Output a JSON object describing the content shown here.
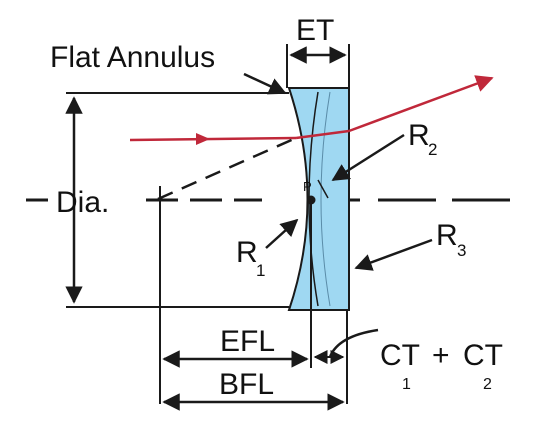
{
  "labels": {
    "flat_annulus": "Flat Annulus",
    "et": "ET",
    "dia": "Dia.",
    "r1": "R",
    "r1_sub": "1",
    "r2": "R",
    "r2_sub": "2",
    "r3": "R",
    "r3_sub": "3",
    "p": "P",
    "efl": "EFL",
    "bfl": "BFL",
    "ct": "CT",
    "ct1_sub": "1",
    "plus": "+",
    "ct2": "CT",
    "ct2_sub": "2"
  },
  "colors": {
    "lens_fill": "#9fd8f2",
    "lens_stroke": "#1a1a1a",
    "ray": "#c0283a",
    "line": "#1a1a1a"
  }
}
